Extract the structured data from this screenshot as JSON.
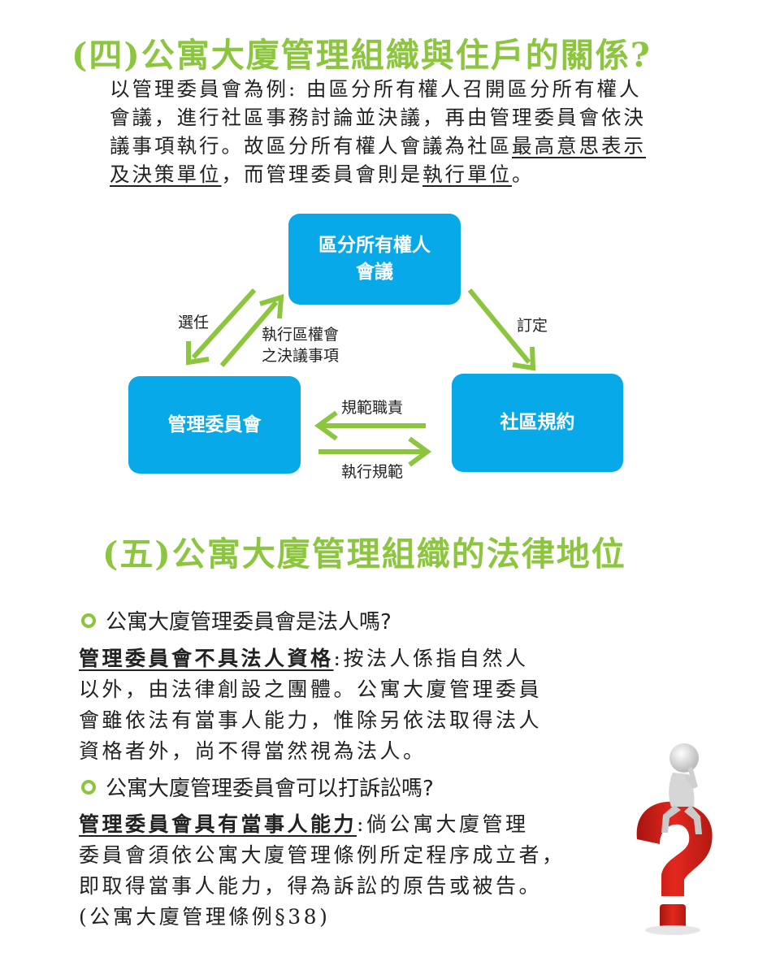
{
  "section4": {
    "heading": "(四)公寓大廈管理組織與住戶的關係?",
    "para": {
      "line1": "以管理委員會為例: 由區分所有權人召開區分所有權人",
      "line2": "會議，進行社區事務討論並決議，再由管理委員會依決",
      "line3_plain": "議事項執行。故區分所有權人會議為社區",
      "line3_ul": "最高意思表示",
      "line4_ul": "及決策單位",
      "line4_plain": "，而管理委員會則是",
      "line4_ul2": "執行單位",
      "line4_end": "。"
    }
  },
  "diagram": {
    "box_top_line1": "區分所有權人",
    "box_top_line2": "會議",
    "box_left": "管理委員會",
    "box_right": "社區規約",
    "label_elect": "選任",
    "label_exec_line1": "執行區權會",
    "label_exec_line2": "之決議事項",
    "label_define": "訂定",
    "label_regulate": "規範職責",
    "label_execute": "執行規範",
    "colors": {
      "box": "#08a9e9",
      "arrow": "#8cc63f"
    }
  },
  "section5": {
    "heading": "(五)公寓大廈管理組織的法律地位",
    "q1": "公寓大廈管理委員會是法人嗎?",
    "a1": {
      "bold": "管理委員會不具法人資格",
      "line1_rest": ":按法人係指自然人",
      "line2": "以外，由法律創設之團體。公寓大廈管理委員",
      "line3": "會雖依法有當事人能力，惟除另依法取得法人",
      "line4": "資格者外，尚不得當然視為法人。"
    },
    "q2": "公寓大廈管理委員會可以打訴訟嗎?",
    "a2": {
      "bold": "管理委員會具有當事人能力",
      "line1_rest": ":倘公寓大廈管理",
      "line2": "委員會須依公寓大廈管理條例所定程序成立者，",
      "line3": "即取得當事人能力，得為訴訟的原告或被告。",
      "line4": "(公寓大廈管理條例§38)"
    }
  },
  "illustration": {
    "icon": "thinking-person-on-question-mark-icon",
    "color": "#d7261e"
  }
}
